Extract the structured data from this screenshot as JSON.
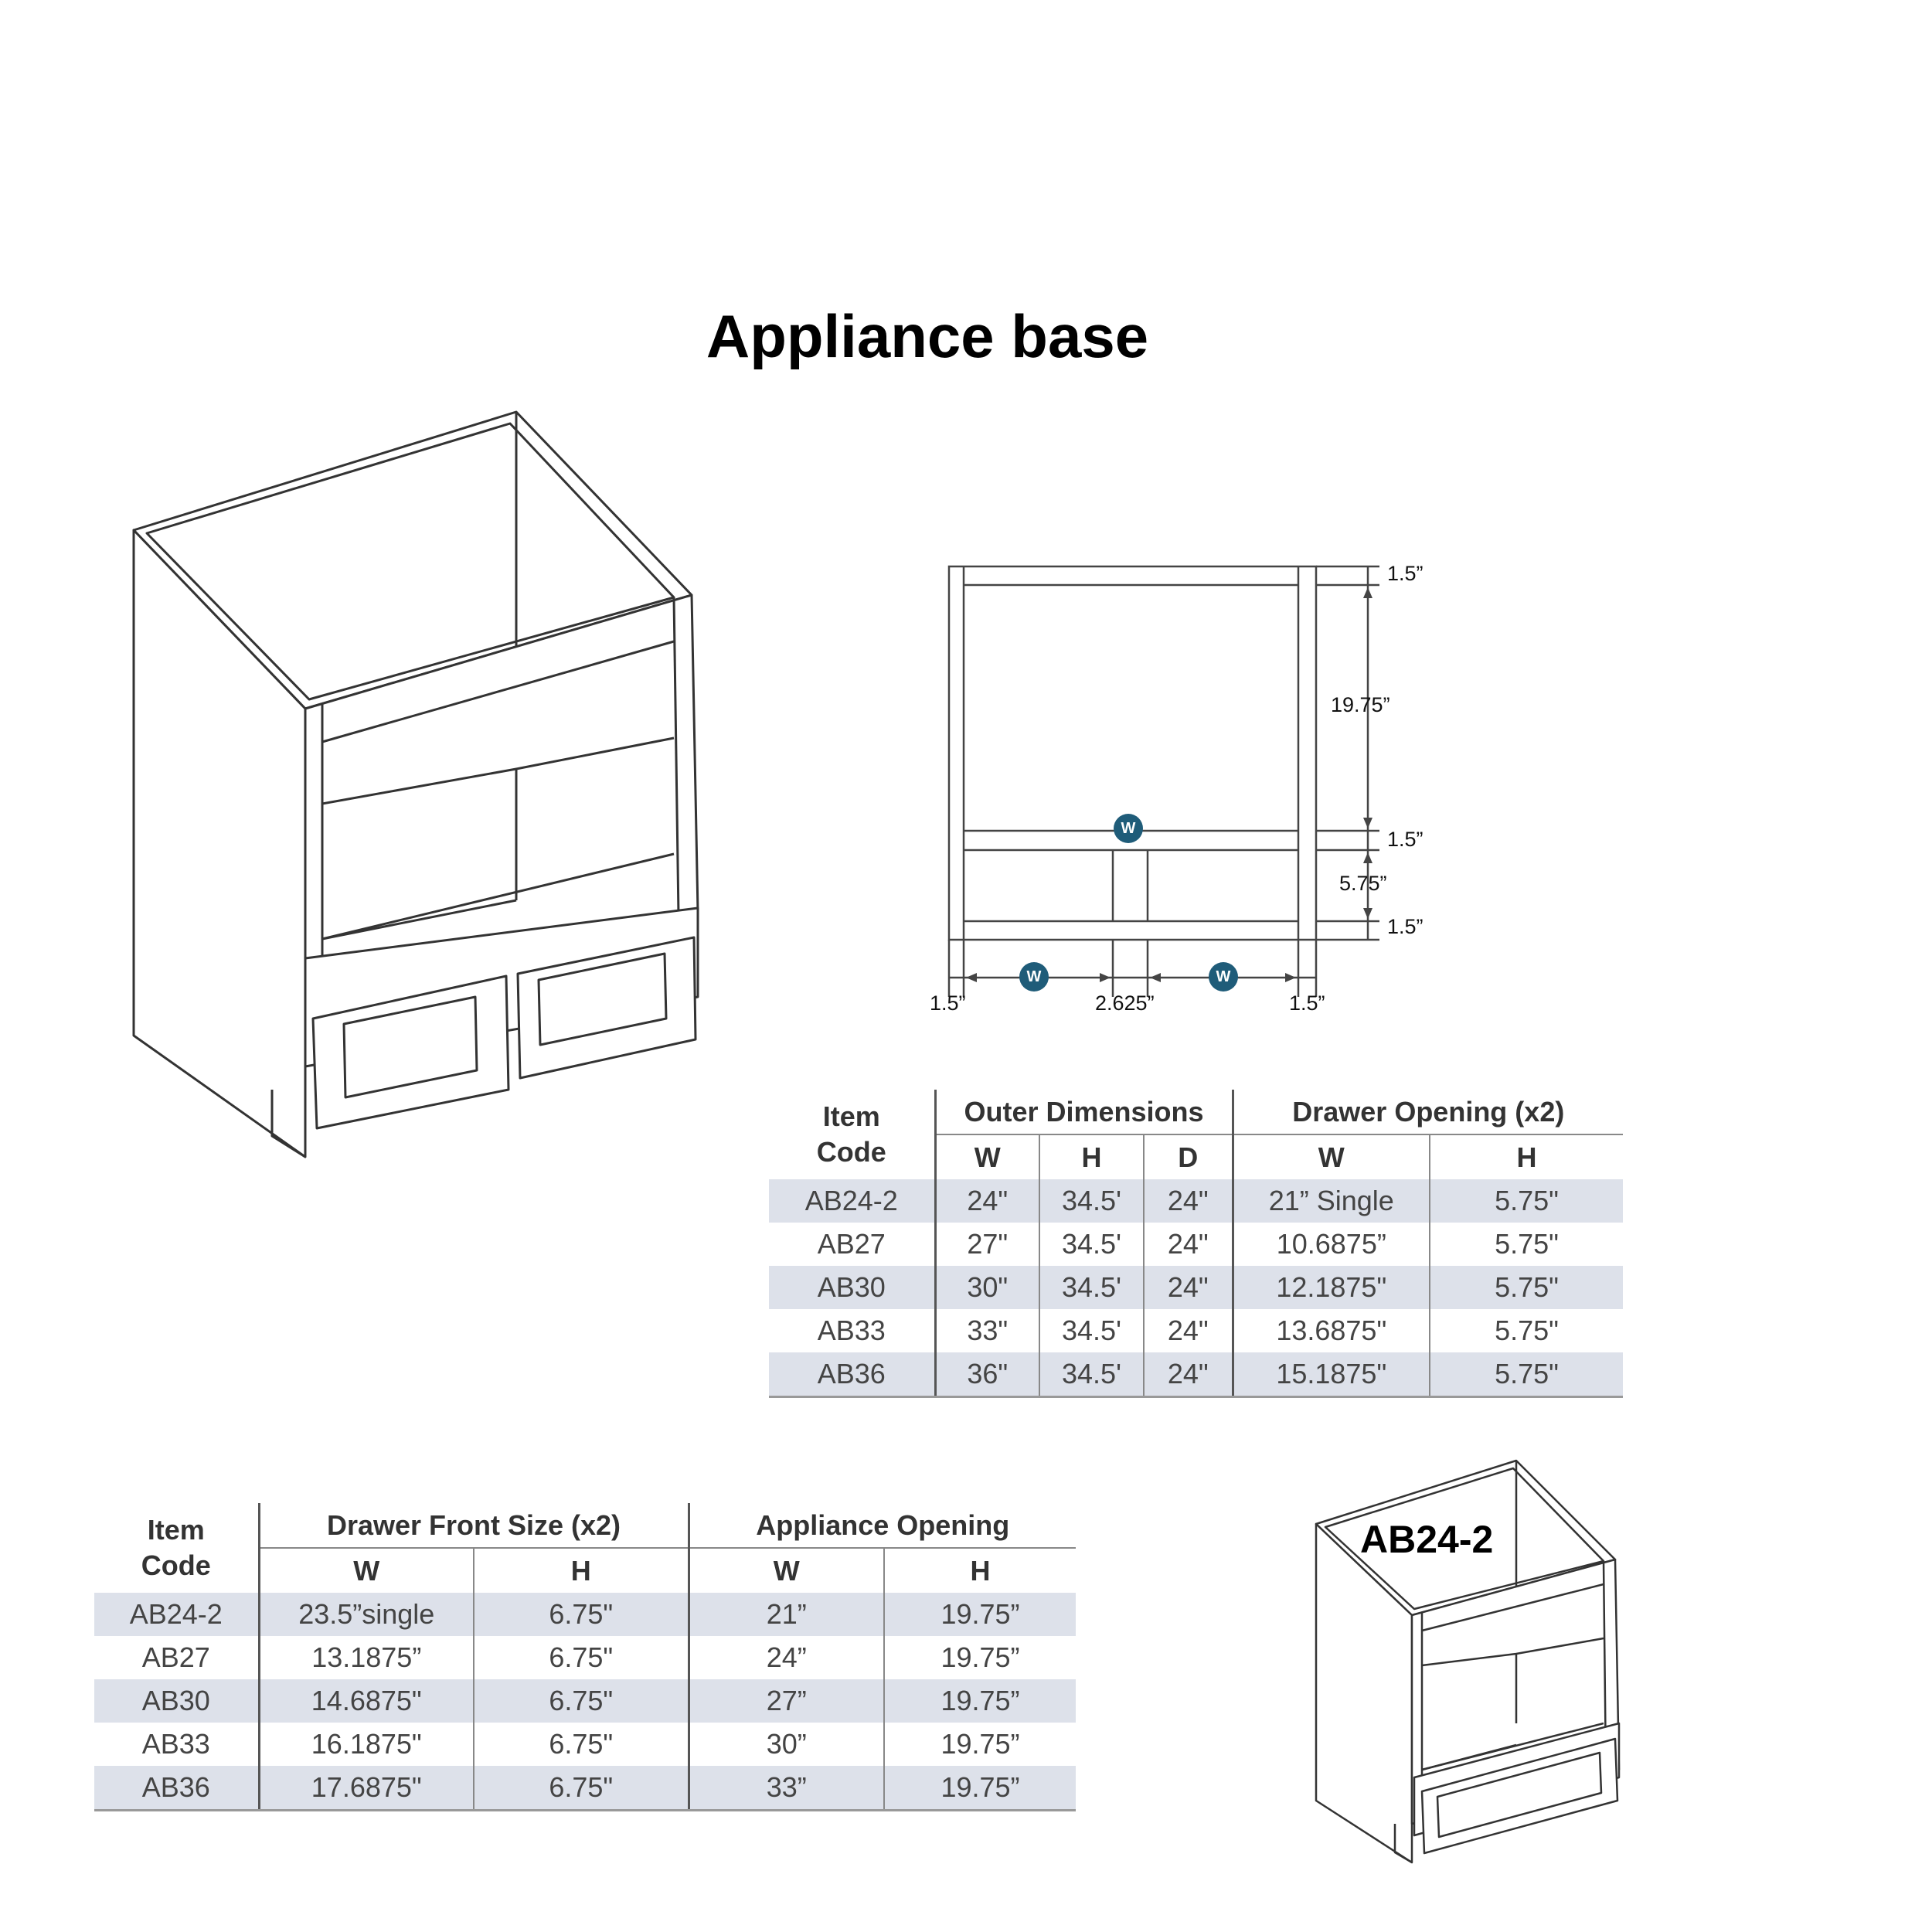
{
  "title": "Appliance base",
  "front_view": {
    "dims_right": [
      "1.5”",
      "19.75”",
      "1.5”",
      "5.75”",
      "1.5”"
    ],
    "dims_bottom": [
      "1.5”",
      "2.625”",
      "1.5”"
    ],
    "badge_letter": "W"
  },
  "table_top": {
    "item_code_header": "Item\nCode",
    "group1": "Outer Dimensions",
    "group2": "Drawer Opening (x2)",
    "subheaders": [
      "W",
      "H",
      "D",
      "W",
      "H"
    ],
    "rows": [
      [
        "AB24-2",
        "24\"",
        "34.5'",
        "24\"",
        "21” Single",
        "5.75\""
      ],
      [
        "AB27",
        "27\"",
        "34.5'",
        "24\"",
        "10.6875”",
        "5.75\""
      ],
      [
        "AB30",
        "30\"",
        "34.5'",
        "24\"",
        "12.1875\"",
        "5.75\""
      ],
      [
        "AB33",
        "33\"",
        "34.5'",
        "24\"",
        "13.6875\"",
        "5.75\""
      ],
      [
        "AB36",
        "36\"",
        "34.5'",
        "24\"",
        "15.1875\"",
        "5.75\""
      ]
    ]
  },
  "table_bottom": {
    "item_code_header": "Item\nCode",
    "group1": "Drawer Front Size (x2)",
    "group2": "Appliance Opening",
    "subheaders": [
      "W",
      "H",
      "W",
      "H"
    ],
    "rows": [
      [
        "AB24-2",
        "23.5”single",
        "6.75\"",
        "21”",
        "19.75”"
      ],
      [
        "AB27",
        "13.1875”",
        "6.75\"",
        "24”",
        "19.75”"
      ],
      [
        "AB30",
        "14.6875\"",
        "6.75\"",
        "27”",
        "19.75”"
      ],
      [
        "AB33",
        "16.1875\"",
        "6.75\"",
        "30”",
        "19.75”"
      ],
      [
        "AB36",
        "17.6875\"",
        "6.75\"",
        "33”",
        "19.75”"
      ]
    ]
  },
  "small_cabinet_label": "AB24-2"
}
